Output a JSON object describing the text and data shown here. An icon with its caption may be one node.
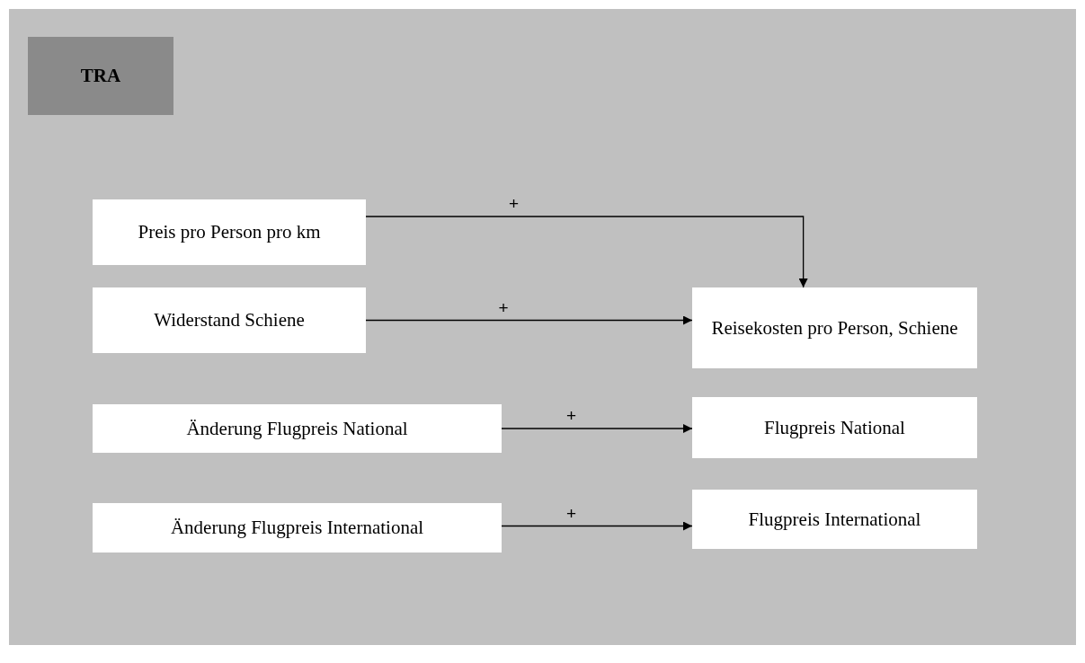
{
  "diagram": {
    "nodes": [
      {
        "text": [
          "TRA"
        ]
      },
      {
        "text": [
          "Preis pro Person pro km"
        ]
      },
      {
        "text": [
          "Widerstand Schiene"
        ]
      },
      {
        "text": [
          "Reisekosten pro Person, Schiene"
        ]
      },
      {
        "text": [
          "Änderung Flugpreis National"
        ]
      },
      {
        "text": [
          "Flugpreis National"
        ]
      },
      {
        "text": [
          "Änderung Flugpreis International"
        ]
      },
      {
        "text": [
          "Flugpreis International"
        ]
      }
    ],
    "edges": [
      {
        "from": 1,
        "to": 3,
        "arrow": "to",
        "label": "+"
      },
      {
        "from": 2,
        "to": 3,
        "arrow": "to",
        "label": "+"
      },
      {
        "from": 4,
        "to": 5,
        "arrow": "to",
        "label": "+"
      },
      {
        "from": 6,
        "to": 7,
        "arrow": "to",
        "label": "+"
      }
    ]
  }
}
